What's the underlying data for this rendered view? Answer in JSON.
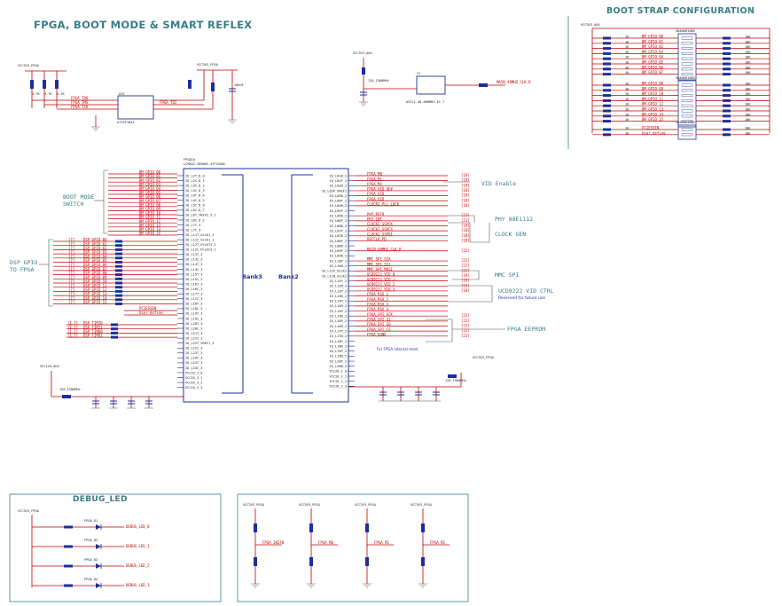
{
  "titles": {
    "main": "FPGA, BOOT MODE & SMART REFLEX",
    "boot_strap": "BOOT STRAP CONFIGURATION",
    "debug_led": "DEBUG_LED"
  },
  "notes": {
    "vid_enable": "VID  Enable",
    "boot_mode_switch_1": "BOOT MODE",
    "boot_mode_switch_2": "SWITCH",
    "dsp_gpio_1": "DSP GPIO",
    "dsp_gpio_2": "TO FPGA",
    "phy_88e1112": "PHY 88E1112",
    "clock_gen": "CLOCK GEN",
    "mmc_spi": "MMC SPI",
    "ucd_vid": "UCD9222 VID CTRL",
    "reserved": "Reserved for future use",
    "fpga_eeprom": "FPGA EEPROM",
    "internal_reset": "For FPGA internal reset."
  },
  "banks": {
    "left": "Bank3",
    "right": "Bank2"
  },
  "fpga": {
    "ref": "FPGA1A",
    "part": "LCMXO2-4000HC-4FTG256C"
  },
  "nets": {
    "vcc3v3_fpga": "VCC3V3_FPGA",
    "vcc3v3_aux": "VCC3V3_AUX",
    "vcc1v8_aux": "VCC1V8_AUX",
    "fpga_tdo": "FPGA_TDO",
    "fpga_tms": "FPGA_TMS",
    "fpga_tck": "FPGA_TCK",
    "fpga_tdi": "FPGA_TDI",
    "main_clk": "MAIN_48MHZ_CLK_R",
    "osc_part": "ASFL1-48.000MHZ-EC-T",
    "osc_ref": "Y1",
    "flash_part": "AT25F1024",
    "flash_ref": "U25",
    "fb_part": "120_1500MHz",
    "debug_led_0": "DEBUG_LED_0",
    "debug_led_1": "DEBUG_LED_1",
    "debug_led_2": "DEBUG_LED_2",
    "debug_led_3": "DEBUG_LED_3",
    "fpga_d1": "FPGA_D1",
    "fpga_d2": "FPGA_D2",
    "fpga_d3": "FPGA_D3",
    "fpga_d4": "FPGA_D4",
    "fpga_initn": "FPGA_INITN",
    "fpga_m0": "FPGA_M0",
    "fpga_m1": "FPGA_M1",
    "fpga_m2": "FPGA_M2",
    "fpga_vid_oe": "FPGA_VID_OE#",
    "clock_pll_lock": "CLOCK2_PLL_LOCK",
    "user_define": "User_define",
    "pcie_ssen": "PCIESSEN"
  },
  "boot_gpio": [
    "BM_GPIO_00",
    "BM_GPIO_01",
    "BM_GPIO_02",
    "BM_GPIO_03",
    "BM_GPIO_04",
    "BM_GPIO_05",
    "BM_GPIO_06",
    "BM_GPIO_07",
    "BM_GPIO_08",
    "BM_GPIO_09",
    "BM_GPIO_10",
    "BM_GPIO_11",
    "BM_GPIO_12",
    "BM_GPIO_13",
    "BM_GPIO_14",
    "BM_GPIO_15"
  ],
  "dsp_gpio": [
    "DSP_GPIO_00",
    "DSP_GPIO_01",
    "DSP_GPIO_02",
    "DSP_GPIO_03",
    "DSP_GPIO_04",
    "DSP_GPIO_05",
    "DSP_GPIO_06",
    "DSP_GPIO_07",
    "DSP_GPIO_08",
    "DSP_GPIO_09",
    "DSP_GPIO_10",
    "DSP_GPIO_11",
    "DSP_GPIO_12",
    "DSP_GPIO_13",
    "DSP_GPIO_14",
    "DSP_GPIO_15"
  ],
  "dsp_timer": [
    "DSP_TIMI0",
    "DSP_TIMI1",
    "DSP_TIMO0",
    "DSP_TIMO1"
  ],
  "bank3_pins": [
    "IO_L2T_D_0",
    "IO_L2C_D_1",
    "IO_L3T_D_2",
    "IO_L3C_D_3",
    "IO_L4T_D_4",
    "IO_L4C_D_5",
    "IO_L5T_D_6",
    "IO_L5C_D_7",
    "IO_L6T_VREF2_3_1",
    "IO_L6C_D_2",
    "IO_L7T_3",
    "IO_L7C_3",
    "IO_L11T_GCLK1_1",
    "IO_L11C_GCLK1_1",
    "IO_L12T_PCLKT3_1",
    "IO_L12C_PCLKC3_1",
    "IO_L13T_3",
    "IO_L13C_3",
    "IO_L14T_3",
    "IO_L14C_3",
    "IO_L15T_3",
    "IO_L15C_3",
    "IO_L16T_3",
    "IO_L16C_3",
    "IO_L17T_3",
    "IO_L17C_3",
    "IO_L18T_3",
    "IO_L18C_3",
    "IO_L19T_3",
    "IO_L19C_3",
    "IO_L20T_3",
    "IO_L20C_3",
    "IO_L21T_3",
    "IO_L21C_3",
    "IO_L22T_VREF1_3",
    "IO_L22C_3",
    "IO_L23T_3",
    "IO_L23C_3",
    "IO_L24T_3",
    "IO_L24C_3",
    "VCCIO_3_0",
    "VCCIO_3_1",
    "VCCIO_3_2",
    "VCCIO_3_3"
  ],
  "bank2_pins": [
    "IO_L01N_2",
    "IO_L02P_2",
    "IO_L02N_2",
    "IO_L03P_VREF1",
    "IO_L03N_2",
    "IO_L04P_2",
    "IO_L04N_2",
    "IO_L05P_2",
    "IO_L05N_2",
    "IO_L06P_2",
    "IO_L06N_2",
    "IO_L07P_2",
    "IO_L07N_2",
    "IO_L08P_2",
    "IO_L08N_2",
    "IO_L09P_2",
    "IO_L09N_2",
    "IO_L10P_2",
    "IO_L10N_2",
    "IO_L11P_GCLK2",
    "IO_L11N_GCLK2",
    "IO_L12P_2",
    "IO_L12N_2",
    "IO_L13P_2",
    "IO_L13N_2",
    "IO_L14P_2",
    "IO_L14N_2",
    "IO_L15P_2",
    "IO_L15N_2",
    "IO_L16P_2",
    "IO_L16N_2",
    "IO_L17P_2",
    "IO_L17N_2",
    "IO_L18P_2",
    "IO_L18N_2",
    "IO_L19P_2",
    "IO_L19N_2",
    "IO_L20P_2",
    "IO_L20N_2",
    "VCCIO_2_0",
    "VCCIO_2_1",
    "VCCIO_2_2",
    "VCCIO_2_3"
  ],
  "bank2_nets": [
    "FPGA_M0",
    "FPGA_M1",
    "FPGA_M2",
    "FPGA_VID_OE#",
    "FPGA_VID",
    "FPGA_VID",
    "CLOCK2_PLL_LOCK",
    "",
    "PHY_RST#",
    "PHY_INT",
    "CLOCK2_SSPCK",
    "CLOCK2_SSPCS",
    "CLOCK2_SSPDI",
    "REFCLK_PD",
    "",
    "MAIN_48MHZ_CLK_R",
    "",
    "MMC_SPI_SCK",
    "MMC_SPI_SS1",
    "MMC_SPI_MOSI",
    "UCD9222_VID_0",
    "UCD9222_VID_1",
    "UCD9222_VID_2",
    "UCD9222_VID_3",
    "FPGA_RSV_1",
    "FPGA_RSV_2",
    "FPGA_RSV_3",
    "FPGA_RSV_4",
    "FPGA_SPI_SCK",
    "FPGA_SPI_SI",
    "FPGA_SPI_SO",
    "FPGA_SPI_CS",
    "FPGA_DONE"
  ],
  "bank2_refs": [
    "[19]",
    "[19]",
    "[19]",
    "[18]",
    "[18]",
    "[18]",
    "[18]",
    "",
    "[21]",
    "[21]",
    "[18]",
    "[18]",
    "[18]",
    "[18]",
    "",
    "[22]",
    "",
    "[22]",
    "[22]",
    "[22]",
    "[19]",
    "[19]",
    "[19]",
    "[19]",
    "",
    "",
    "",
    "",
    "[22]",
    "[22]",
    "[22]",
    "[22]",
    "[22]"
  ],
  "strap_top": [
    "BM_GPIO_00",
    "BM_GPIO_01",
    "BM_GPIO_02",
    "BM_GPIO_03",
    "BM_GPIO_04",
    "BM_GPIO_05",
    "BM_GPIO_06",
    "BM_GPIO_07"
  ],
  "strap_bot": [
    "BM_GPIO_08",
    "BM_GPIO_09",
    "BM_GPIO_10",
    "BM_GPIO_11",
    "BM_GPIO_12",
    "BM_GPIO_13",
    "BM_GPIO_14",
    "BM_GPIO_15"
  ],
  "strap_last": [
    "PCIESSEN",
    "User_define"
  ],
  "res_val": "1K",
  "res_val_big": "10K",
  "res_4k7": "4.7K",
  "cap_100n": "100nF",
  "cap_10u": "10uF",
  "switch_part": "SDA08H1SBD"
}
